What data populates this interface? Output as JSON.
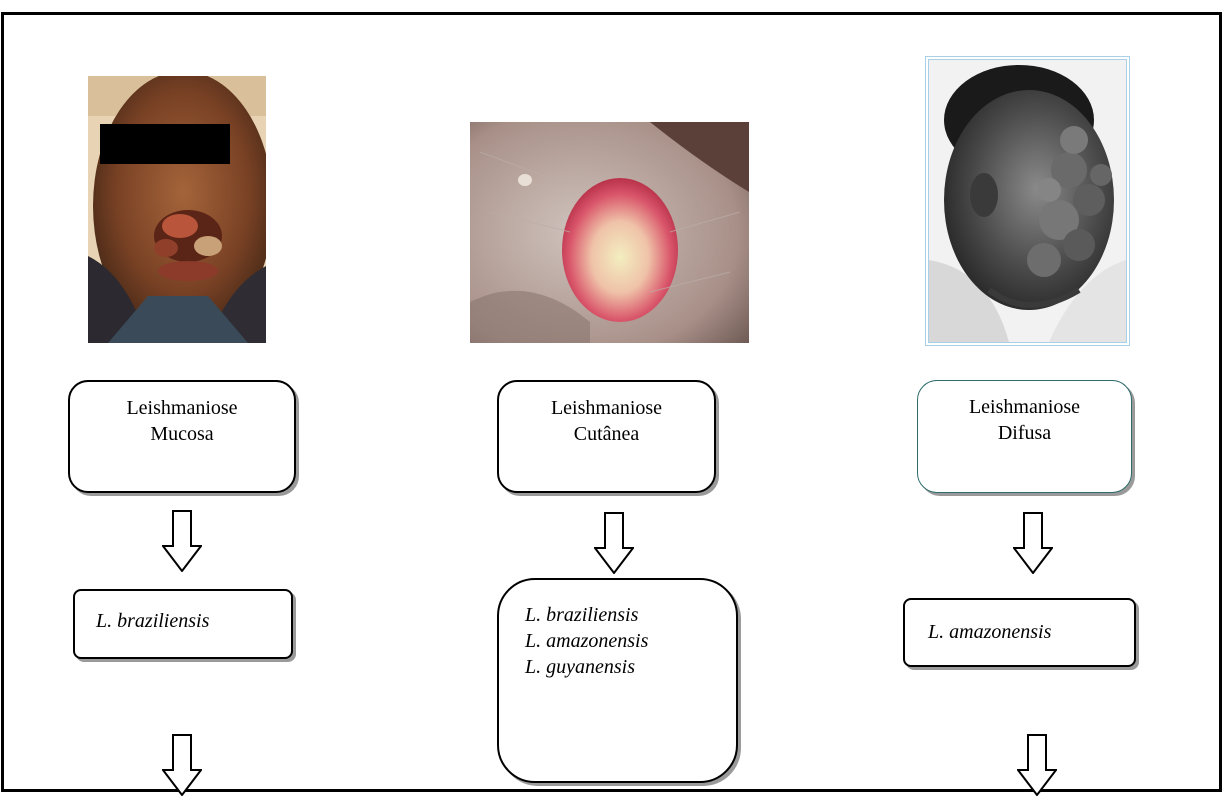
{
  "columns": [
    {
      "id": "mucosa",
      "photo_icon": "mucosal-lesion-photo",
      "form_lines": [
        "Leishmaniose",
        "Mucosa"
      ],
      "species": [
        "L. braziliensis"
      ]
    },
    {
      "id": "cutanea",
      "photo_icon": "cutaneous-ulcer-photo",
      "form_lines": [
        "Leishmaniose",
        "Cutânea"
      ],
      "species": [
        "L. braziliensis",
        "L. amazonensis",
        "L. guyanensis"
      ]
    },
    {
      "id": "difusa",
      "photo_icon": "diffuse-nodular-lesion-photo",
      "form_lines": [
        "Leishmaniose",
        "Difusa"
      ],
      "species": [
        "L. amazonensis"
      ]
    }
  ],
  "colors": {
    "border": "#000000",
    "shadow": "#9a9a9a",
    "teal_border": "#2e6b6a",
    "photo_frame": "#a8d0e6"
  }
}
